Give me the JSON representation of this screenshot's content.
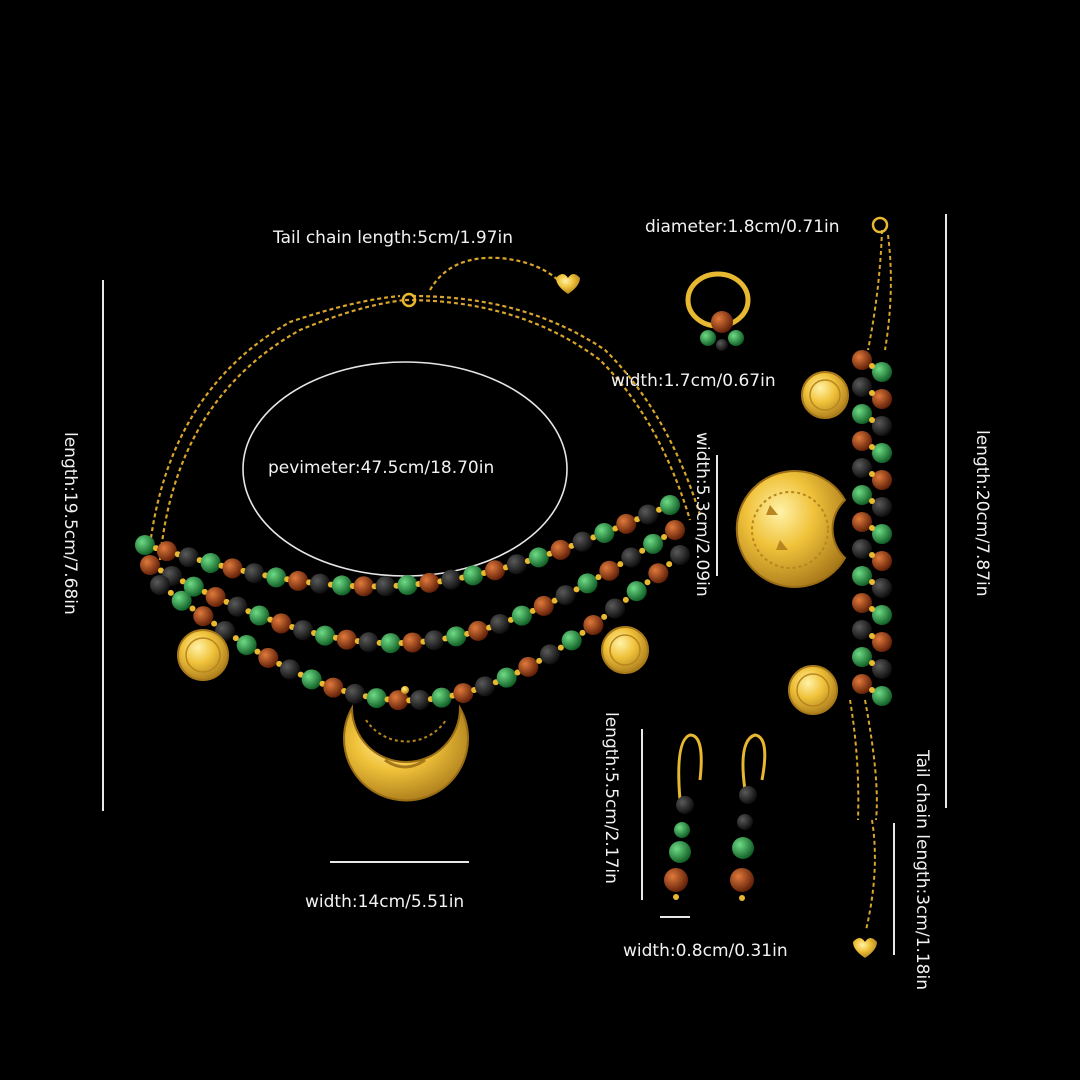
{
  "labels": {
    "necklace_tail_chain": "Tail chain length:5cm/1.97in",
    "necklace_perimeter": "pevimeter:47.5cm/18.70in",
    "necklace_length": "length:19.5cm/7.68in",
    "necklace_width": "width:14cm/5.51in",
    "ring_diameter": "diameter:1.8cm/0.71in",
    "ring_width": "width:1.7cm/0.67in",
    "pendant_width": "width:5.3cm/2.09in",
    "bracelet_length": "length:20cm/7.87in",
    "bracelet_tail_chain": "Tail chain length:3cm/1.18in",
    "earring_length": "length:5.5cm/2.17in",
    "earring_width": "width:0.8cm/0.31in"
  },
  "colors": {
    "background": "#000000",
    "gold": "#e8b830",
    "gold_dark": "#a8791a",
    "bead_green": "#1f8a3a",
    "bead_red": "#9c3a14",
    "bead_black": "#1a1a1a"
  }
}
